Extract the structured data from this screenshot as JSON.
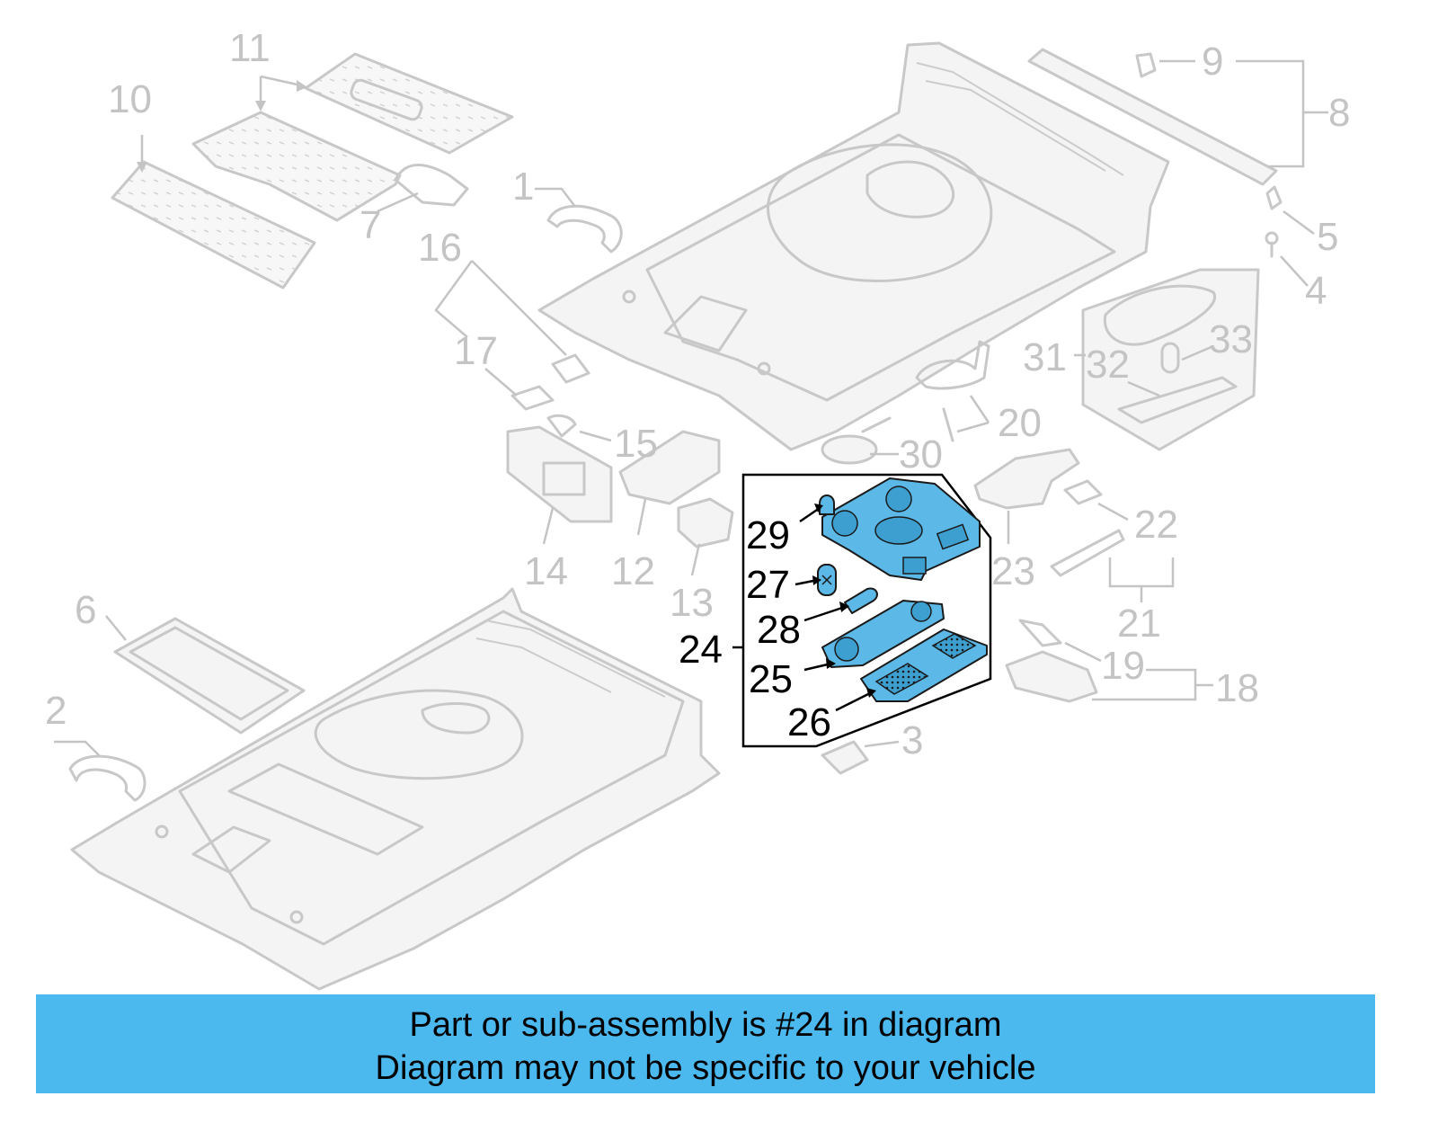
{
  "callouts": {
    "c1": "1",
    "c2": "2",
    "c3": "3",
    "c4": "4",
    "c5": "5",
    "c6": "6",
    "c7": "7",
    "c8": "8",
    "c9": "9",
    "c10": "10",
    "c11": "11",
    "c12": "12",
    "c13": "13",
    "c14": "14",
    "c15": "15",
    "c16": "16",
    "c17": "17",
    "c18": "18",
    "c19": "19",
    "c20": "20",
    "c21": "21",
    "c22": "22",
    "c23": "23",
    "c24": "24",
    "c25": "25",
    "c26": "26",
    "c27": "27",
    "c28": "28",
    "c29": "29",
    "c30": "30",
    "c31": "31",
    "c32": "32",
    "c33": "33"
  },
  "highlight": {
    "part_number": "24",
    "color": "#5cb8e6"
  },
  "banner": {
    "line1": "Part or sub-assembly is #24 in diagram",
    "line2": "Diagram may not be specific to your vehicle",
    "background": "#4bb8ee"
  }
}
